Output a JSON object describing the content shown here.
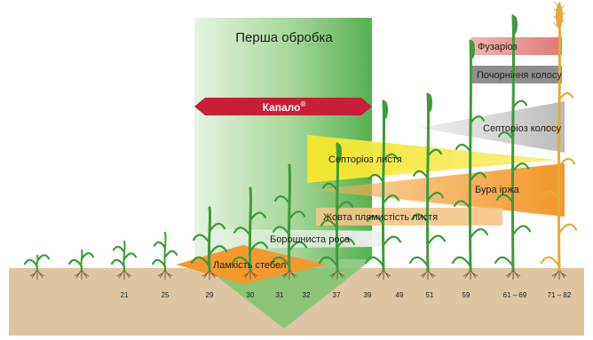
{
  "treatment": {
    "title": "Перша обробка",
    "product": "Капало",
    "product_mark": "®"
  },
  "diseases": [
    {
      "label": "Фузаріоз",
      "color": "#e07a7a"
    },
    {
      "label": "Почорніння колосу",
      "color": "#8f8f8f"
    },
    {
      "label": "Септоріоз колосу",
      "color": "#c8c8c8"
    },
    {
      "label": "Септоріоз листя",
      "color": "#f2e31c"
    },
    {
      "label": "Бура іржа",
      "color": "#f29a2e"
    },
    {
      "label": "Жовта плямистість листя",
      "color": "#f6c486"
    },
    {
      "label": "Борошниста роса",
      "color": "#ececec"
    },
    {
      "label": "Ламкість стебел",
      "color": "#f29a2e"
    }
  ],
  "growth_stages": [
    "21",
    "25",
    "29",
    "30",
    "31",
    "32",
    "37",
    "39",
    "49",
    "51",
    "59",
    "61 – 69",
    "71 – 82"
  ],
  "colors": {
    "soil": "#dcc5a0",
    "plant": "#3e9b3a",
    "ripe": "#e0ad3a",
    "window": "#5cb85c",
    "product": "#c81e3a"
  }
}
